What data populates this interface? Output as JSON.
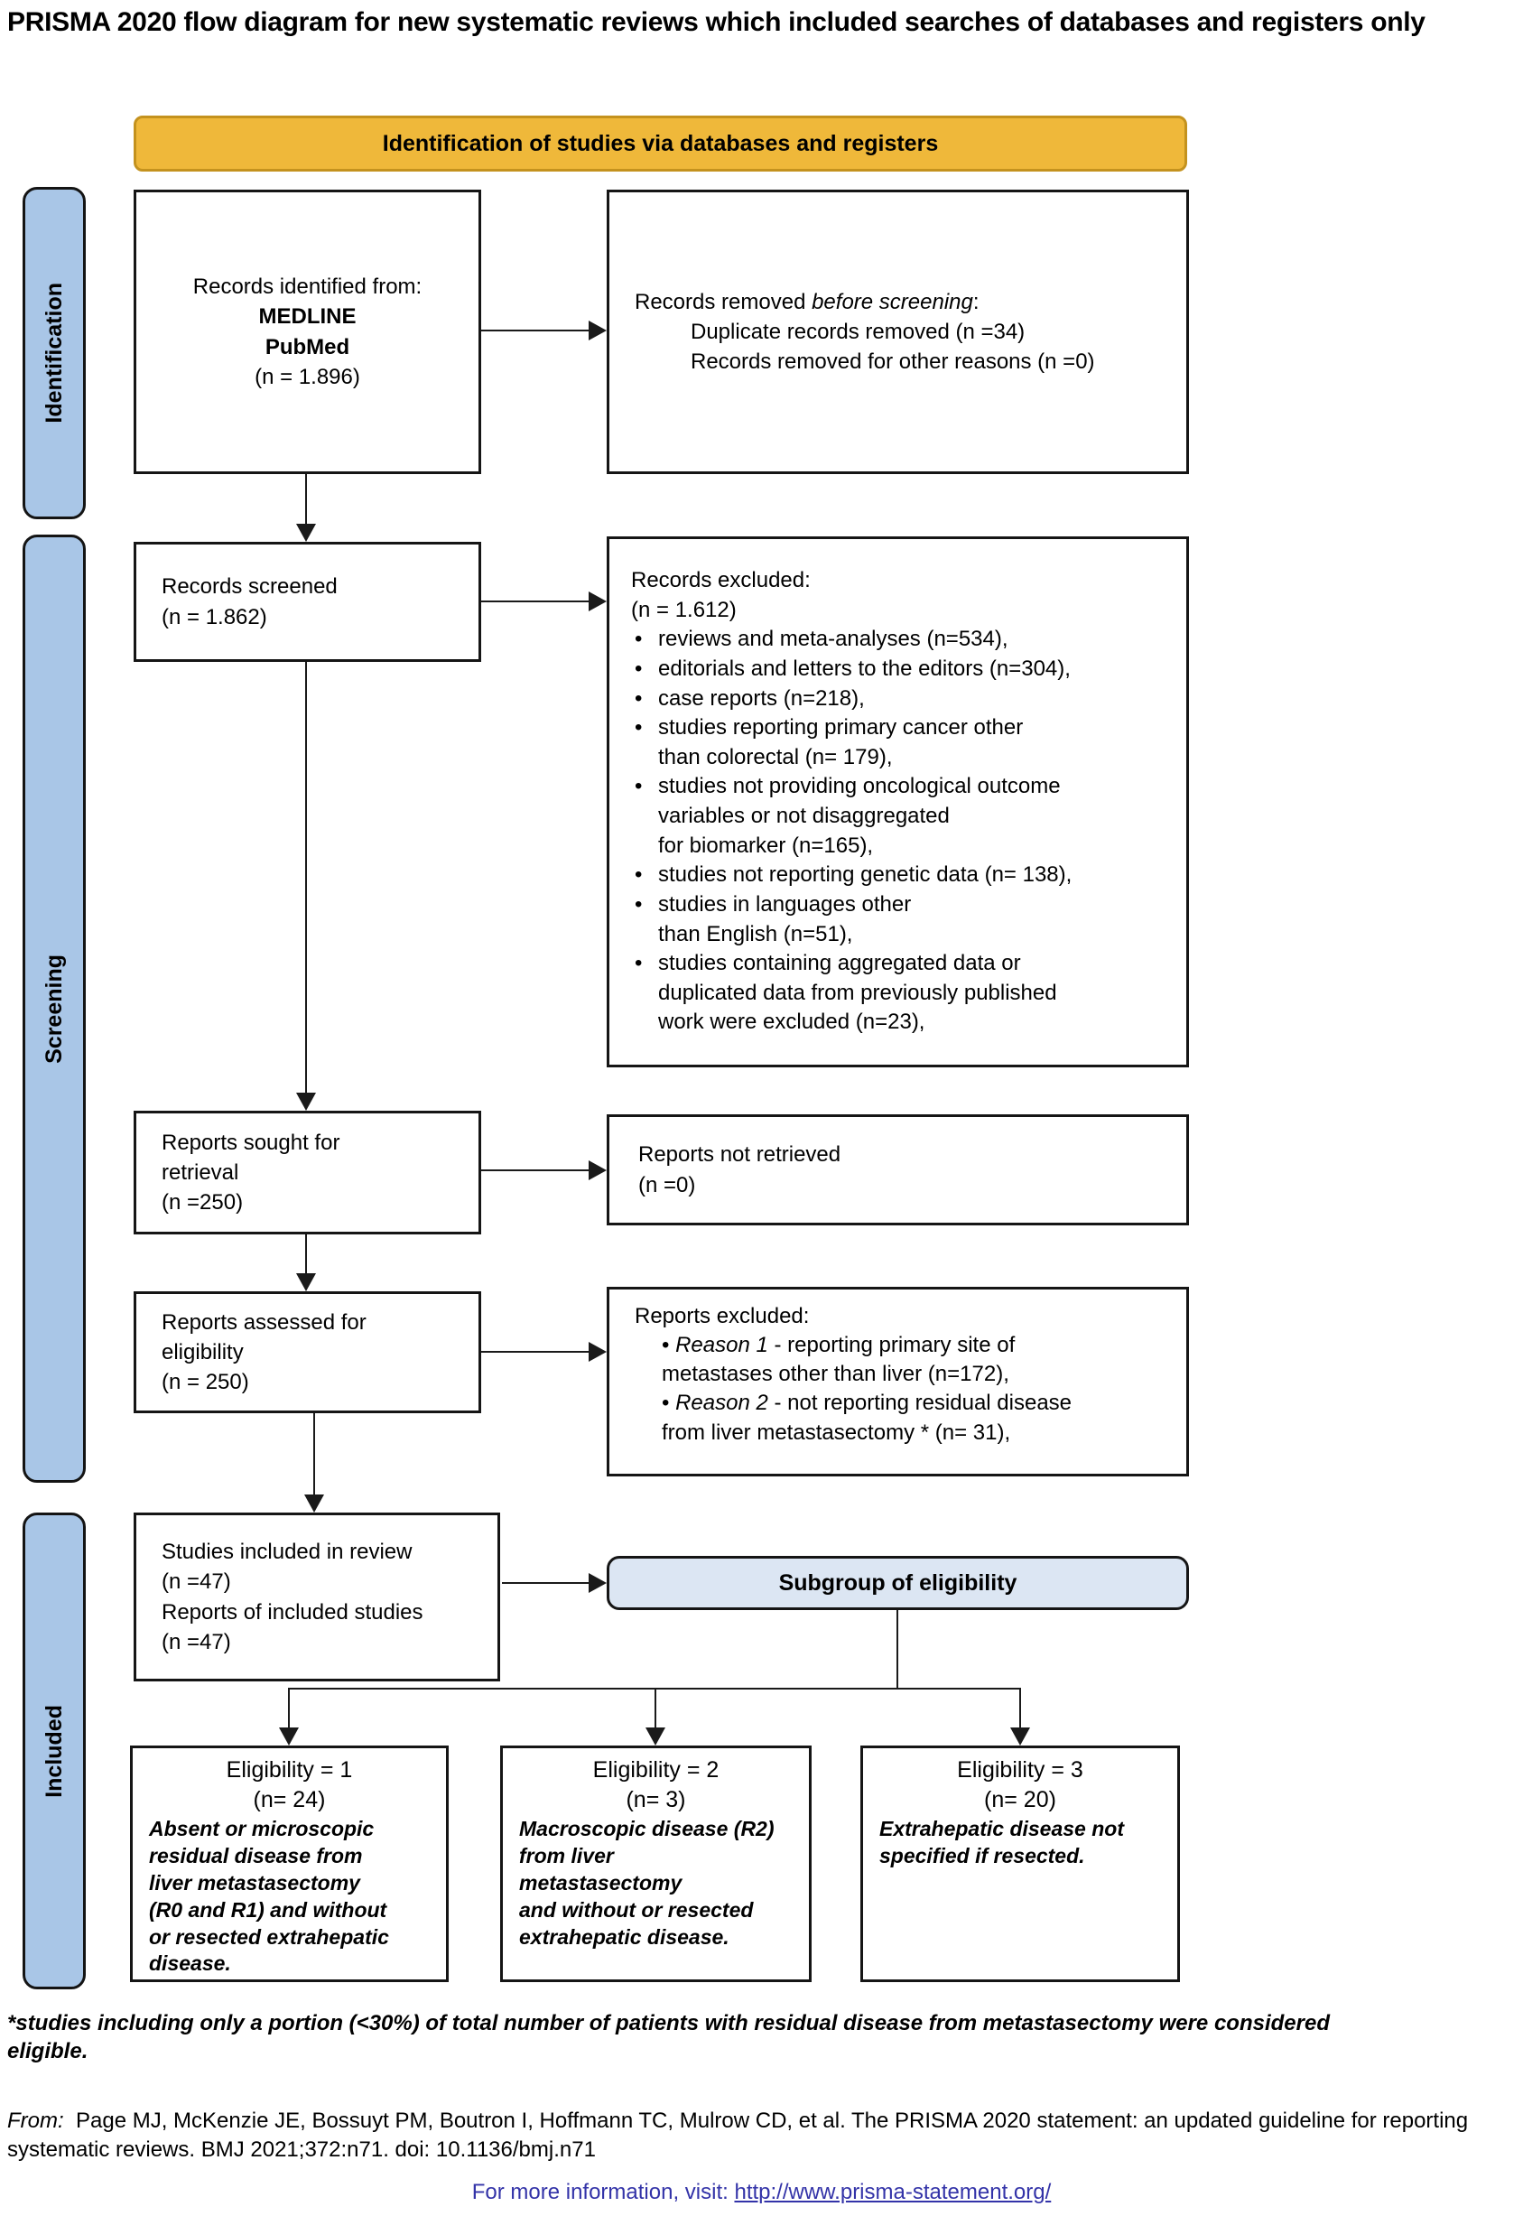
{
  "title": "PRISMA 2020 flow diagram for new systematic reviews which included searches of databases and registers only",
  "banner": {
    "label": "Identification of studies via databases and registers"
  },
  "sidebar": {
    "identification": "Identification",
    "screening": "Screening",
    "included": "Included"
  },
  "boxes": {
    "records_identified": {
      "line1": "Records identified from:",
      "source1": "MEDLINE",
      "source2": "PubMed",
      "n": "(n = 1.896)"
    },
    "records_removed": {
      "lead": "Records removed ",
      "lead_italic": "before screening",
      "lead_end": ":",
      "items": [
        "Duplicate records removed (n =34)",
        "Records removed for other reasons (n =0)"
      ]
    },
    "records_screened": {
      "text": "Records screened\n(n = 1.862)"
    },
    "records_excluded": {
      "title": "Records excluded:",
      "n": "(n = 1.612)",
      "bullets": [
        "reviews and meta-analyses (n=534),",
        "editorials and letters to the editors (n=304),",
        "case reports (n=218),",
        "studies reporting primary cancer other\nthan colorectal (n= 179),",
        "studies not providing oncological outcome\nvariables or not disaggregated\nfor biomarker (n=165),",
        "studies not reporting genetic data (n= 138),",
        "studies in languages other\nthan English (n=51),",
        "studies containing aggregated data or\nduplicated data from previously published\nwork were excluded (n=23),"
      ]
    },
    "reports_sought": {
      "text": "Reports sought for\nretrieval\n(n =250)"
    },
    "reports_not_retrieved": {
      "text": "Reports not retrieved\n(n =0)"
    },
    "reports_assessed": {
      "text": "Reports assessed for\neligibility\n(n = 250)"
    },
    "reports_excluded": {
      "title": "Reports excluded:",
      "reasons": [
        {
          "label": "Reason 1",
          "text": " - reporting primary site of\nmetastases other than liver (n=172),"
        },
        {
          "label": "Reason 2",
          "text": " - not reporting residual disease\nfrom liver metastasectomy * (n= 31),"
        }
      ]
    },
    "studies_included": {
      "text": "Studies included in review\n(n =47)\nReports of included studies\n(n =47)"
    },
    "subgroup": {
      "label": "Subgroup of eligibility"
    },
    "eligibility": [
      {
        "title": "Eligibility = 1",
        "n": "(n= 24)",
        "body": "Absent or microscopic\nresidual disease from\nliver metastasectomy\n(R0 and R1) and without\nor resected extrahepatic\ndisease."
      },
      {
        "title": "Eligibility = 2",
        "n": "(n= 3)",
        "body": "Macroscopic disease (R2)\nfrom liver\nmetastasectomy\nand without or resected\nextrahepatic disease."
      },
      {
        "title": "Eligibility = 3",
        "n": "(n= 20)",
        "body": "Extrahepatic disease not\nspecified if resected."
      }
    ]
  },
  "footer": {
    "footnote": "*studies including only a portion (<30%) of total number of patients with residual disease from metastasectomy were considered eligible.",
    "citation_label": "From:",
    "citation": "  Page MJ, McKenzie JE, Bossuyt PM, Boutron I, Hoffmann TC, Mulrow CD, et al. The PRISMA 2020 statement: an updated guideline for reporting systematic reviews. BMJ 2021;372:n71. doi: 10.1136/bmj.n71",
    "info_text": "For more information, visit: ",
    "info_link": "http://www.prisma-statement.org/"
  },
  "colors": {
    "banner": "#EFB83A",
    "banner_border": "#C4921E",
    "sidebar": "#A9C6E7",
    "subgroup_fill": "#DCE6F3",
    "link": "#3333A8"
  }
}
